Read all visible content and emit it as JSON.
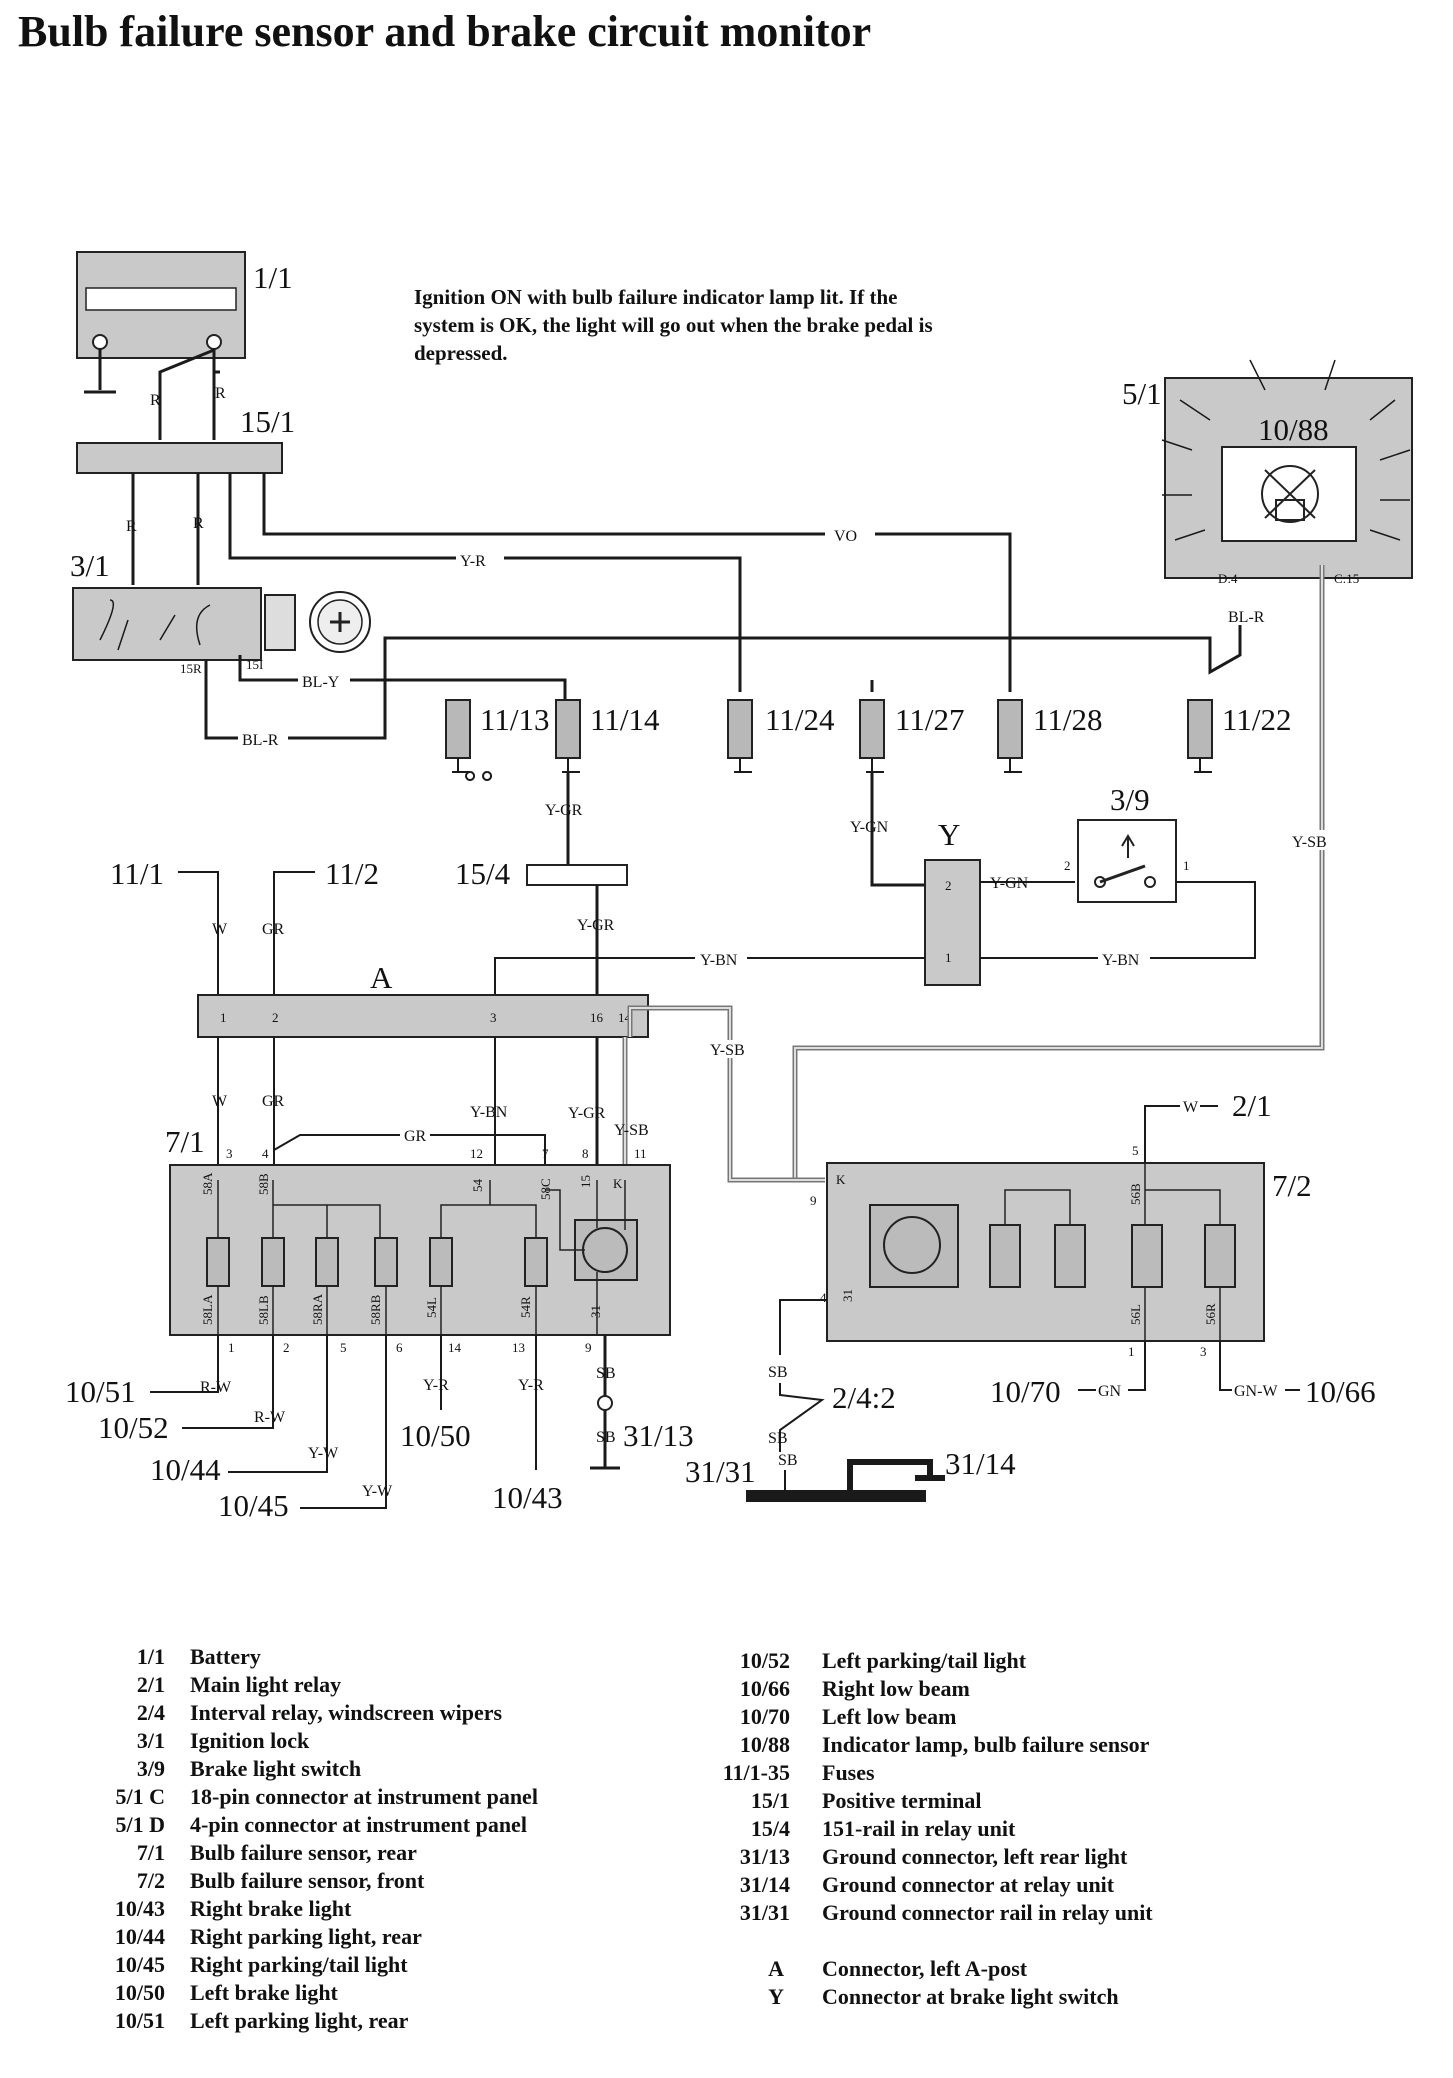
{
  "title": "Bulb failure sensor and brake circuit monitor",
  "note": [
    "Ignition ON with bulb failure indicator lamp lit. If the",
    "system is OK, the light will go out when the brake pedal is",
    "depressed."
  ],
  "components": {
    "battery": "1/1",
    "positive_terminal": "15/1",
    "ignition_lock": "3/1",
    "ign_15R": "15R",
    "ign_15I": "15I",
    "conn_5_1": "5/1",
    "indicator": "10/88",
    "d4": "D:4",
    "c15": "C:15",
    "fuse_11_13": "11/13",
    "fuse_11_14": "11/14",
    "fuse_11_24": "11/24",
    "fuse_11_27": "11/27",
    "fuse_11_28": "11/28",
    "fuse_11_22": "11/22",
    "rail_15_4": "15/4",
    "fuse_11_1": "11/1",
    "fuse_11_2": "11/2",
    "brake_switch": "3/9",
    "conn_Y": "Y",
    "conn_A": "A",
    "sensor_rear": "7/1",
    "sensor_front": "7/2",
    "main_relay": "2/1",
    "interval_relay": "2/4:2",
    "gnd_31_13": "31/13",
    "gnd_31_31": "31/31",
    "gnd_31_14": "31/14",
    "lamp_10_51": "10/51",
    "lamp_10_52": "10/52",
    "lamp_10_44": "10/44",
    "lamp_10_45": "10/45",
    "lamp_10_50": "10/50",
    "lamp_10_43": "10/43",
    "lamp_10_70": "10/70",
    "lamp_10_66": "10/66"
  },
  "wire_colors": {
    "R": "R",
    "VO": "VO",
    "YR": "Y-R",
    "BLR": "BL-R",
    "BLY": "BL-Y",
    "YGR": "Y-GR",
    "YGN": "Y-GN",
    "YSB": "Y-SB",
    "YBN": "Y-BN",
    "W": "W",
    "GR": "GR",
    "SB": "SB",
    "RW": "R-W",
    "YW": "Y-W",
    "GN": "GN",
    "GNW": "GN-W"
  },
  "pins": {
    "p1": "1",
    "p2": "2",
    "p3": "3",
    "p4": "4",
    "p5": "5",
    "p6": "6",
    "p7": "7",
    "p8": "8",
    "p9": "9",
    "p11": "11",
    "p12": "12",
    "p13": "13",
    "p14": "14",
    "p16": "16",
    "K": "K",
    "p31": "31"
  },
  "terminals": {
    "t58A": "58A",
    "t58B": "58B",
    "t54": "54",
    "t58C": "58C",
    "t15": "15",
    "t58LA": "58LA",
    "t58LB": "58LB",
    "t58RA": "58RA",
    "t58RB": "58RB",
    "t54L": "54L",
    "t54R": "54R",
    "t56B": "56B",
    "t56L": "56L",
    "t56R": "56R"
  },
  "legend_left": [
    {
      "code": "1/1",
      "desc": "Battery"
    },
    {
      "code": "2/1",
      "desc": "Main light relay"
    },
    {
      "code": "2/4",
      "desc": "Interval relay, windscreen wipers"
    },
    {
      "code": "3/1",
      "desc": "Ignition lock"
    },
    {
      "code": "3/9",
      "desc": "Brake light switch"
    },
    {
      "code": "5/1 C",
      "desc": "18-pin connector at instrument panel"
    },
    {
      "code": "5/1 D",
      "desc": "4-pin connector at instrument panel"
    },
    {
      "code": "7/1",
      "desc": "Bulb failure sensor, rear"
    },
    {
      "code": "7/2",
      "desc": "Bulb failure sensor, front"
    },
    {
      "code": "10/43",
      "desc": "Right brake light"
    },
    {
      "code": "10/44",
      "desc": "Right parking light, rear"
    },
    {
      "code": "10/45",
      "desc": "Right parking/tail light"
    },
    {
      "code": "10/50",
      "desc": "Left brake light"
    },
    {
      "code": "10/51",
      "desc": "Left parking light, rear"
    }
  ],
  "legend_right": [
    {
      "code": "10/52",
      "desc": "Left parking/tail light"
    },
    {
      "code": "10/66",
      "desc": "Right low beam"
    },
    {
      "code": "10/70",
      "desc": "Left low beam"
    },
    {
      "code": "10/88",
      "desc": "Indicator lamp, bulb failure sensor"
    },
    {
      "code": "11/1-35",
      "desc": "Fuses"
    },
    {
      "code": "15/1",
      "desc": "Positive terminal"
    },
    {
      "code": "15/4",
      "desc": "151-rail in relay unit"
    },
    {
      "code": "31/13",
      "desc": "Ground connector, left rear light"
    },
    {
      "code": "31/14",
      "desc": "Ground connector at relay unit"
    },
    {
      "code": "31/31",
      "desc": "Ground connector rail in relay unit"
    },
    {
      "code": "A",
      "desc": "Connector, left A-post"
    },
    {
      "code": "Y",
      "desc": "Connector at brake light switch"
    }
  ]
}
